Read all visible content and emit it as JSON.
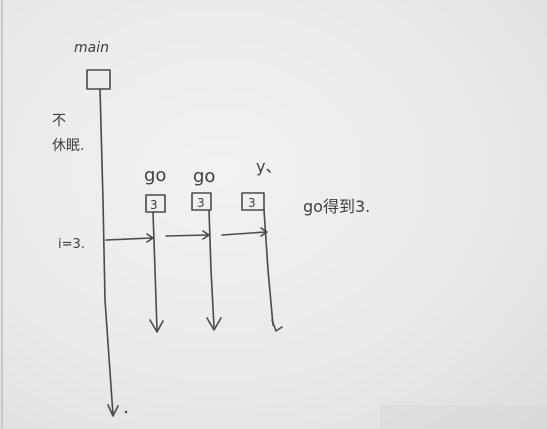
{
  "sketch": {
    "main_label": "main",
    "main_note_line1": "不",
    "main_note_line2": "休眠.",
    "loop_label": "i=3.",
    "goroutines": [
      {
        "name": "go",
        "value": "3"
      },
      {
        "name": "go",
        "value": "3"
      },
      {
        "name": "y、",
        "value": "3"
      }
    ],
    "side_note": "go得到3."
  }
}
